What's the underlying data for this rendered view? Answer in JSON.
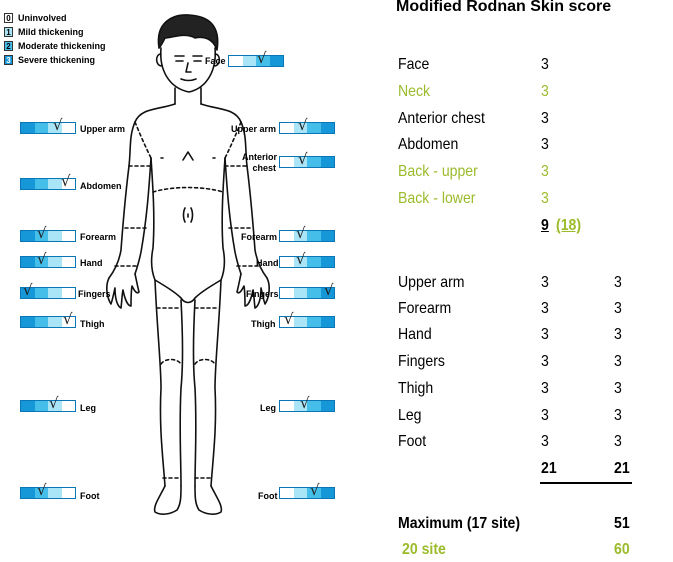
{
  "legend": [
    {
      "value": "0",
      "label": "Uninvolved",
      "color": "#ffffff",
      "textColor": "#000000"
    },
    {
      "value": "1",
      "label": "Mild thickening",
      "color": "#a9e4f7",
      "textColor": "#000000"
    },
    {
      "value": "2",
      "label": "Moderate thickening",
      "color": "#45bfe9",
      "textColor": "#000000"
    },
    {
      "value": "3",
      "label": "Severe thickening",
      "color": "#1597d8",
      "textColor": "#000000"
    }
  ],
  "tick_glyph": "√",
  "body_sites": {
    "face": "Face",
    "upper_arm": "Upper arm",
    "abdomen": "Abdomen",
    "anterior_chest_line1": "Anterior",
    "anterior_chest_line2": "chest",
    "forearm": "Forearm",
    "hand": "Hand",
    "fingers": "Fingers",
    "thigh": "Thigh",
    "leg": "Leg",
    "foot": "Foot"
  },
  "table": {
    "title": "Modified Rodnan Skin score",
    "trunk": [
      {
        "site": "Face",
        "score": "3",
        "green": false
      },
      {
        "site": "Neck",
        "score": "3",
        "green": true
      },
      {
        "site": "Anterior chest",
        "score": "3",
        "green": false
      },
      {
        "site": "Abdomen",
        "score": "3",
        "green": false
      },
      {
        "site": "Back - upper",
        "score": "3",
        "green": true
      },
      {
        "site": "Back - lower",
        "score": "3",
        "green": true
      }
    ],
    "trunk_total": "9",
    "trunk_total_alt": "(18)",
    "limbs": [
      {
        "site": "Upper arm",
        "left": "3",
        "right": "3"
      },
      {
        "site": "Forearm",
        "left": "3",
        "right": "3"
      },
      {
        "site": "Hand",
        "left": "3",
        "right": "3"
      },
      {
        "site": "Fingers",
        "left": "3",
        "right": "3"
      },
      {
        "site": "Thigh",
        "left": "3",
        "right": "3"
      },
      {
        "site": "Leg",
        "left": "3",
        "right": "3"
      },
      {
        "site": "Foot",
        "left": "3",
        "right": "3"
      }
    ],
    "limb_total_left": "21",
    "limb_total_right": "21",
    "maximum_label": "Maximum (17 site)",
    "maximum_value": "51",
    "alt_label": "20 site",
    "alt_value": "60"
  }
}
